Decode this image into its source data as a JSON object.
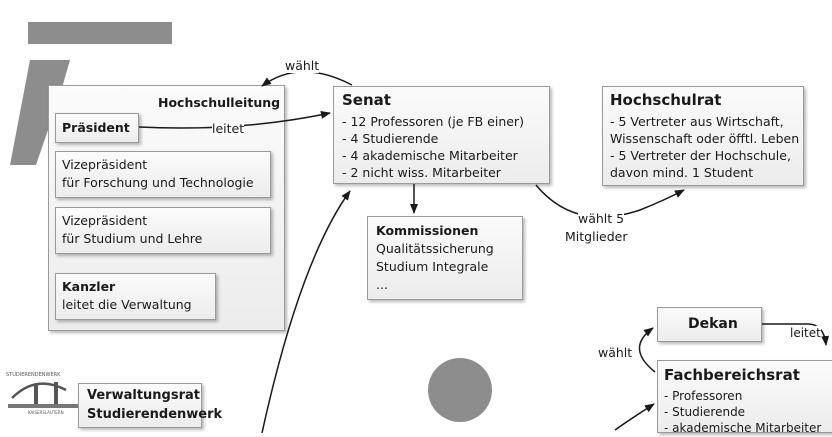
{
  "hochschulleitung": {
    "title": "Hochschulleitung",
    "praesident": "Präsident",
    "vp1_l1": "Vizepräsident",
    "vp1_l2": "für Forschung und Technologie",
    "vp2_l1": "Vizepräsident",
    "vp2_l2": "für Studium und Lehre",
    "kanzler_l1": "Kanzler",
    "kanzler_l2": "leitet die Verwaltung"
  },
  "senat": {
    "title": "Senat",
    "items": [
      "- 12 Professoren (je FB einer)",
      "- 4 Studierende",
      "- 4 akademische Mitarbeiter",
      "- 2 nicht wiss. Mitarbeiter"
    ]
  },
  "hochschulrat": {
    "title": "Hochschulrat",
    "lines": [
      "- 5 Vertreter aus Wirtschaft,",
      "Wissenschaft oder öfftl. Leben",
      "- 5 Vertreter der Hochschule,",
      "davon mind. 1 Student"
    ]
  },
  "kommissionen": {
    "title": "Kommissionen",
    "items": [
      "Qualitätssicherung",
      "Studium Integrale",
      "..."
    ]
  },
  "dekan": {
    "title": "Dekan"
  },
  "fachbereichsrat": {
    "title": "Fachbereichsrat",
    "items": [
      "- Professoren",
      "- Studierende",
      "- akademische Mitarbeiter"
    ]
  },
  "verwaltungsrat": {
    "l1": "Verwaltungsrat",
    "l2": "Studierendenwerk",
    "logo_text": "STUDIERENDENWERK",
    "logo_sub": "KAISERSLAUTERN"
  },
  "labels": {
    "waehlt_top": "wählt",
    "leitet": "leitet",
    "waehlt5_l1": "wählt 5",
    "waehlt5_l2": "Mitglieder",
    "waehlt_dekan": "wählt",
    "leitet_dekan": "leitet"
  },
  "colors": {
    "decor": "#8d8d8d",
    "arrow": "#1a1a1a",
    "box_border": "#9a9a9a"
  }
}
